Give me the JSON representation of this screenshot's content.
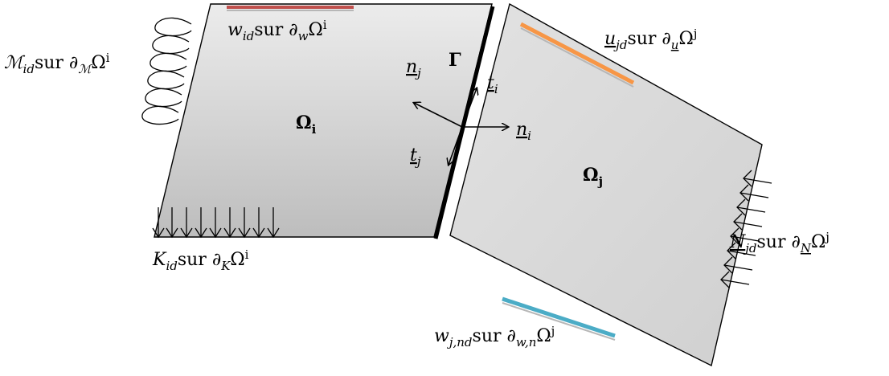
{
  "colors": {
    "panel_fill_light": "#ececec",
    "panel_fill_dark": "#bdbdbd",
    "red_bar": "#c0504d",
    "orange_bar": "#f79646",
    "blue_bar": "#4bacc6",
    "line": "#000000"
  },
  "labels": {
    "omega_i": {
      "main": "Ω",
      "sub": "i"
    },
    "omega_j": {
      "main": "Ω",
      "sub": "j"
    },
    "gamma": "Γ",
    "w_id": {
      "var": "w",
      "sub": "id",
      "mid": "sur ∂",
      "sub2": "w",
      "tail": "Ω",
      "tail_sub": "i"
    },
    "m_id": {
      "var": "ℳ",
      "sub": "id",
      "mid": "sur ∂",
      "sub2": "ℳ",
      "tail": "Ω",
      "tail_sub": "i"
    },
    "k_id": {
      "var": "K",
      "sub": "id",
      "mid": "sur ∂",
      "sub2": "K",
      "tail": "Ω",
      "tail_sub": "i"
    },
    "u_jd": {
      "var": "u",
      "sub": "jd",
      "mid": "sur ∂",
      "sub2": "u",
      "tail": "Ω",
      "tail_sub": "j"
    },
    "n_jd": {
      "var": "N",
      "sub": "jd",
      "mid": "sur ∂",
      "sub2": "N",
      "tail": "Ω",
      "tail_sub": "j"
    },
    "w_jnd": {
      "var": "w",
      "sub": "j,nd",
      "mid": "sur ∂",
      "sub2": "w,n",
      "tail": "Ω",
      "tail_sub": "j"
    },
    "vec_nj": {
      "var": "n",
      "sub": "j"
    },
    "vec_ni": {
      "var": "n",
      "sub": "i"
    },
    "vec_ti": {
      "var": "t",
      "sub": "i"
    },
    "vec_tj": {
      "var": "t",
      "sub": "j"
    }
  }
}
